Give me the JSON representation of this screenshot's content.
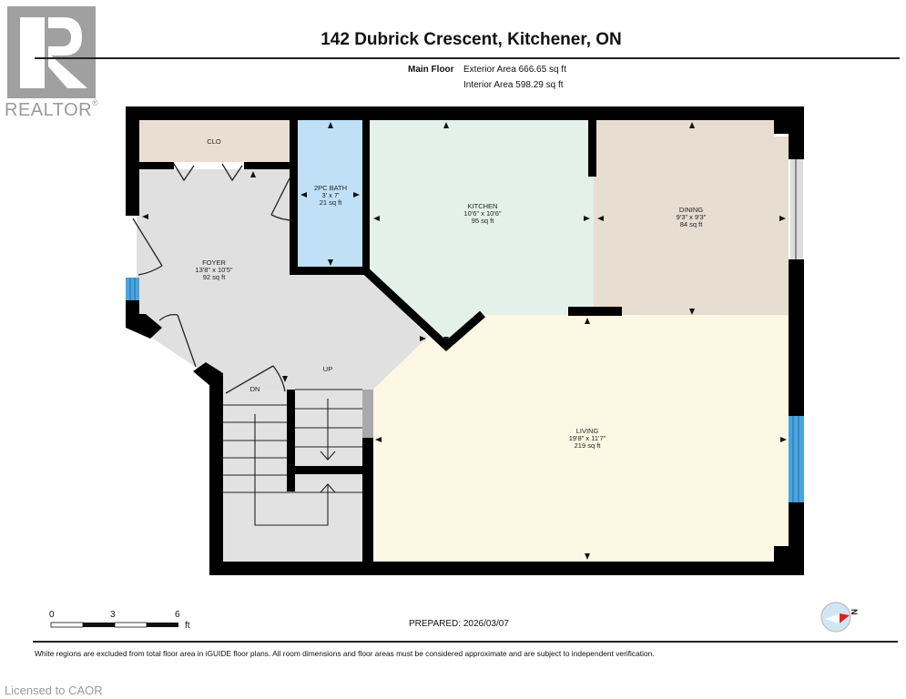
{
  "branding": {
    "logo_icon": "realtor-r-logo",
    "wordmark": "REALTOR",
    "registered": "®",
    "logo_color": "#a0a0a0"
  },
  "header": {
    "title": "142 Dubrick Crescent, Kitchener, ON",
    "floor_name": "Main Floor",
    "exterior_area": "Exterior Area 666.65 sq ft",
    "interior_area": "Interior Area 598.29 sq ft"
  },
  "rooms": [
    {
      "id": "clo",
      "name": "CLO",
      "dims": "",
      "area": "",
      "color": "#e8dfd2"
    },
    {
      "id": "bath",
      "name": "2PC BATH",
      "dims": "3' x 7'",
      "area": "21 sq ft",
      "color": "#bfe0f7"
    },
    {
      "id": "kitchen",
      "name": "KITCHEN",
      "dims": "10'6\" x 10'6\"",
      "area": "95 sq ft",
      "color": "#e3f1ea"
    },
    {
      "id": "dining",
      "name": "DINING",
      "dims": "9'3\" x 9'3\"",
      "area": "84 sq ft",
      "color": "#e7ddd0"
    },
    {
      "id": "foyer",
      "name": "FOYER",
      "dims": "13'8\" x 10'5\"",
      "area": "92 sq ft",
      "color": "#e0e0e0"
    },
    {
      "id": "living",
      "name": "LIVING",
      "dims": "19'8\" x 11'7\"",
      "area": "219 sq ft",
      "color": "#fdf8e4"
    }
  ],
  "stairs": {
    "up_label": "UP",
    "down_label": "DN",
    "color": "#e2e2e2"
  },
  "colors": {
    "wall": "#000000",
    "window": "#4aa3df",
    "stair_landing": "#a9a9a9"
  },
  "scale_bar": {
    "ticks": [
      "0",
      "3",
      "6"
    ],
    "unit": "ft"
  },
  "prepared": "PREPARED: 2026/03/07",
  "compass": {
    "icon": "north-compass-icon",
    "label": "N"
  },
  "footer": {
    "disclaimer": "White regions are excluded from total floor area in iGUIDE floor plans. All room dimensions and floor areas must be considered approximate and are subject to independent verification.",
    "licensed": "Licensed to CAOR"
  }
}
